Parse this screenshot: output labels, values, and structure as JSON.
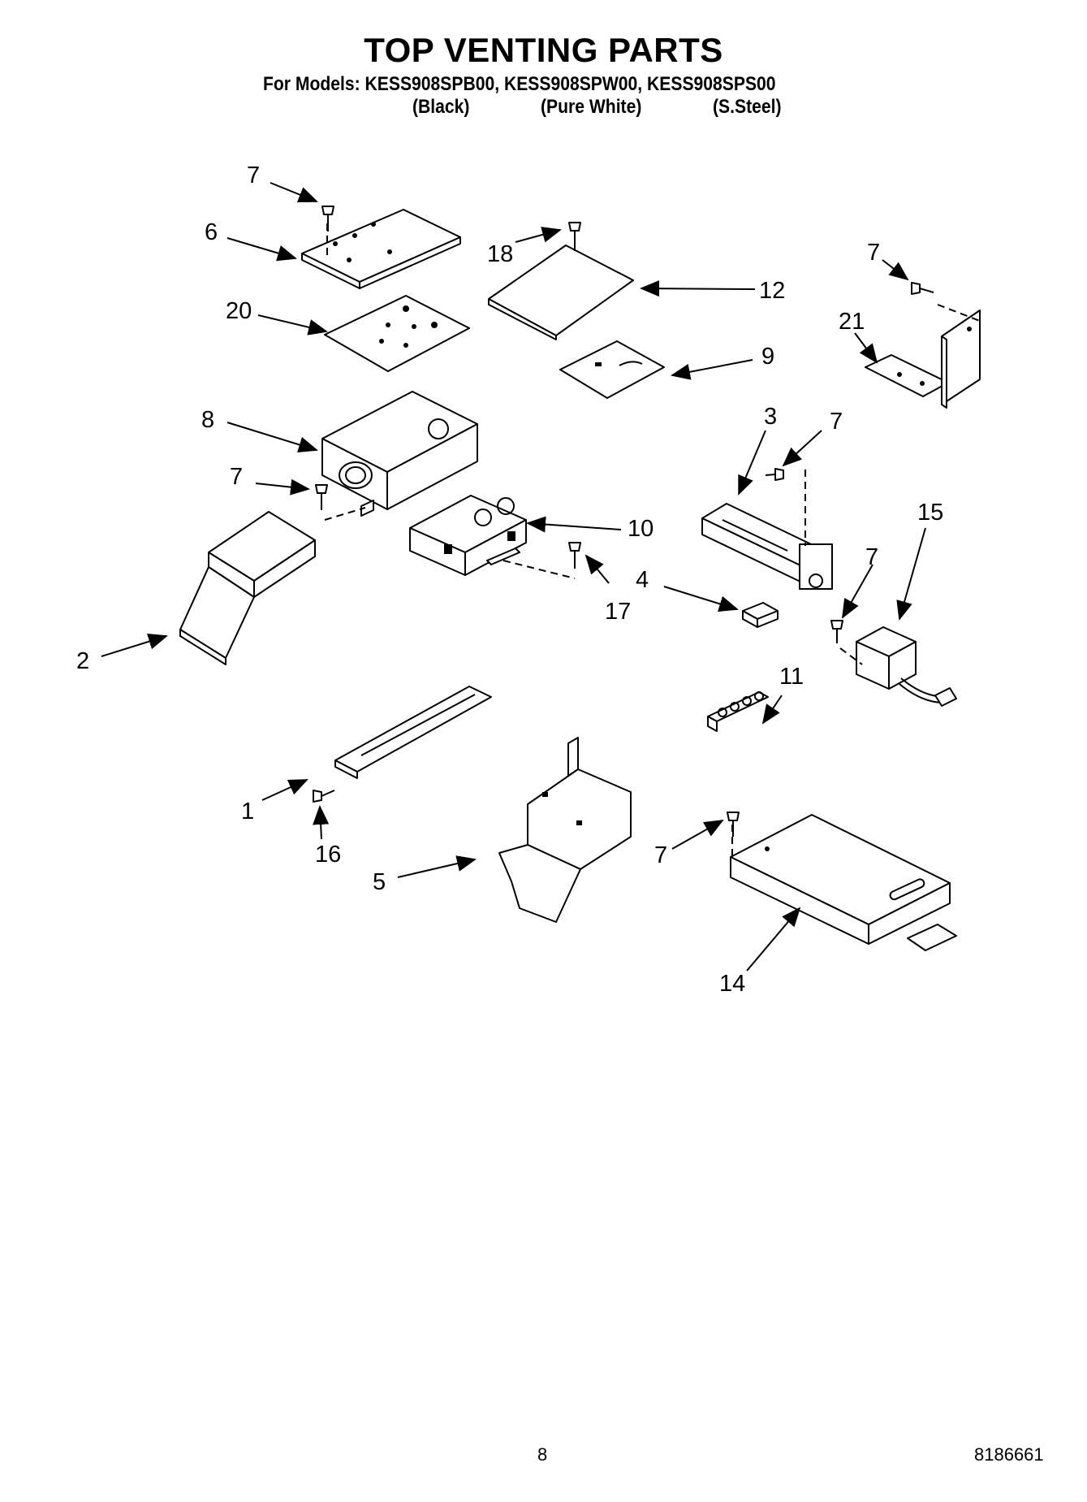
{
  "header": {
    "title": "TOP VENTING PARTS",
    "models_line": "For Models: KESS908SPB00, KESS908SPW00, KESS908SPS00",
    "variants": [
      "(Black)",
      "(Pure White)",
      "(S.Steel)"
    ]
  },
  "callouts": {
    "c1": "1",
    "c2": "2",
    "c3": "3",
    "c4": "4",
    "c5": "5",
    "c6": "6",
    "c7a": "7",
    "c7b": "7",
    "c7c": "7",
    "c7d": "7",
    "c7e": "7",
    "c7f": "7",
    "c8": "8",
    "c9": "9",
    "c10": "10",
    "c11": "11",
    "c12": "12",
    "c14": "14",
    "c15": "15",
    "c16": "16",
    "c17": "17",
    "c18": "18",
    "c20": "20",
    "c21": "21"
  },
  "footer": {
    "page_number": "8",
    "document_number": "8186661"
  }
}
